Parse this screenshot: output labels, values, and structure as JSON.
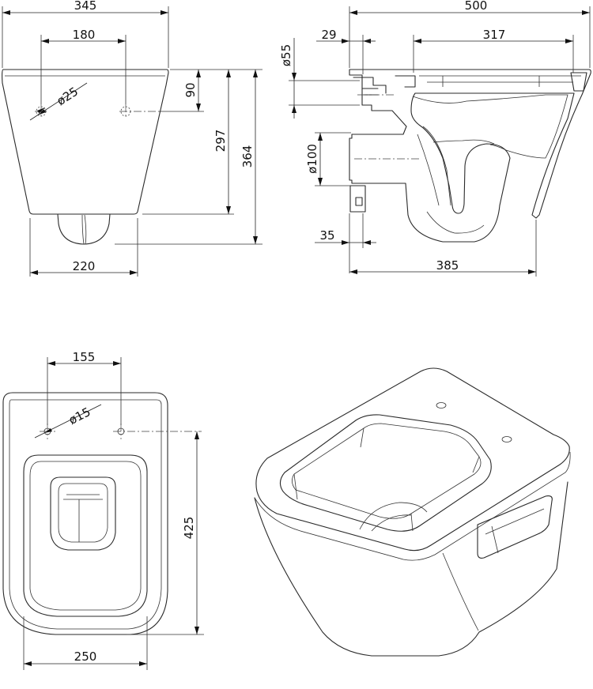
{
  "front_view": {
    "width_top": "345",
    "hole_spacing": "180",
    "hole_diameter": "ø25",
    "hole_height": "90",
    "height_body": "297",
    "height_total": "364",
    "width_bottom": "220"
  },
  "side_view": {
    "depth_total": "500",
    "inlet_offset": "29",
    "bowl_length": "317",
    "inlet_diameter": "ø55",
    "outlet_diameter": "ø100",
    "outlet_offset": "35",
    "depth_base": "385"
  },
  "top_view": {
    "hole_spacing": "155",
    "hole_diameter": "ø15",
    "length": "425",
    "width": "250"
  }
}
